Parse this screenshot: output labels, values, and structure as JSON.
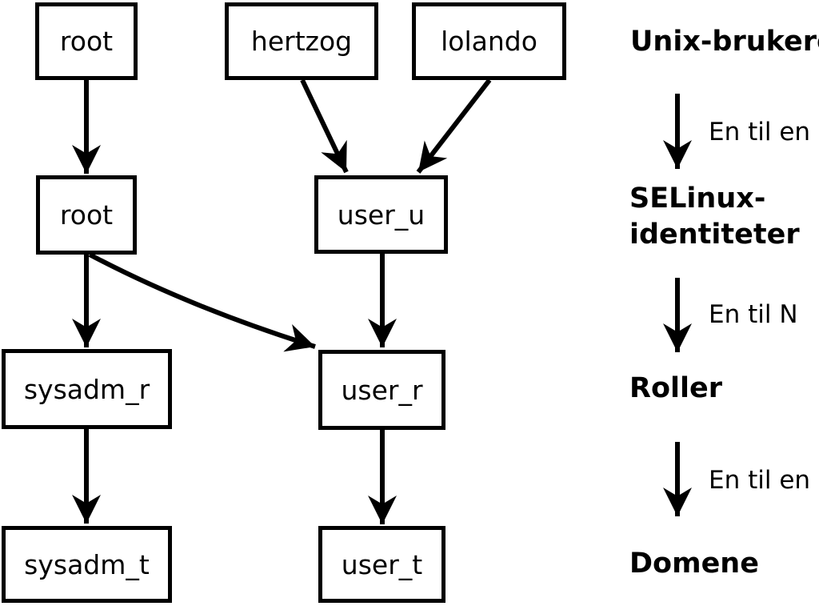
{
  "canvas": {
    "background_color": "#ffffff",
    "ink_color": "#000000"
  },
  "diagram": {
    "nodes": [
      {
        "id": "unix-user-root",
        "label": "root",
        "level": "unix-user"
      },
      {
        "id": "unix-user-hertzog",
        "label": "hertzog",
        "level": "unix-user"
      },
      {
        "id": "unix-user-lolando",
        "label": "lolando",
        "level": "unix-user"
      },
      {
        "id": "selinux-identity-root",
        "label": "root",
        "level": "selinux-identity"
      },
      {
        "id": "selinux-identity-user_u",
        "label": "user_u",
        "level": "selinux-identity"
      },
      {
        "id": "role-sysadm_r",
        "label": "sysadm_r",
        "level": "role"
      },
      {
        "id": "role-user_r",
        "label": "user_r",
        "level": "role"
      },
      {
        "id": "domain-sysadm_t",
        "label": "sysadm_t",
        "level": "domain"
      },
      {
        "id": "domain-user_t",
        "label": "user_t",
        "level": "domain"
      }
    ],
    "edges": [
      {
        "from": "unix-user-root",
        "to": "selinux-identity-root"
      },
      {
        "from": "unix-user-hertzog",
        "to": "selinux-identity-user_u"
      },
      {
        "from": "unix-user-lolando",
        "to": "selinux-identity-user_u"
      },
      {
        "from": "selinux-identity-root",
        "to": "role-sysadm_r"
      },
      {
        "from": "selinux-identity-root",
        "to": "role-user_r"
      },
      {
        "from": "selinux-identity-user_u",
        "to": "role-user_r"
      },
      {
        "from": "role-sysadm_r",
        "to": "domain-sysadm_t"
      },
      {
        "from": "role-user_r",
        "to": "domain-user_t"
      }
    ]
  },
  "legend": {
    "level_unix_users": "Unix-brukere",
    "mapping_unix_to_selinux": "En til en",
    "level_selinux_line1": "SELinux-",
    "level_selinux_line2": "identiteter",
    "mapping_selinux_to_roles": "En til N",
    "level_roles": "Roller",
    "mapping_roles_to_domains": "En til en",
    "level_domains": "Domene"
  }
}
